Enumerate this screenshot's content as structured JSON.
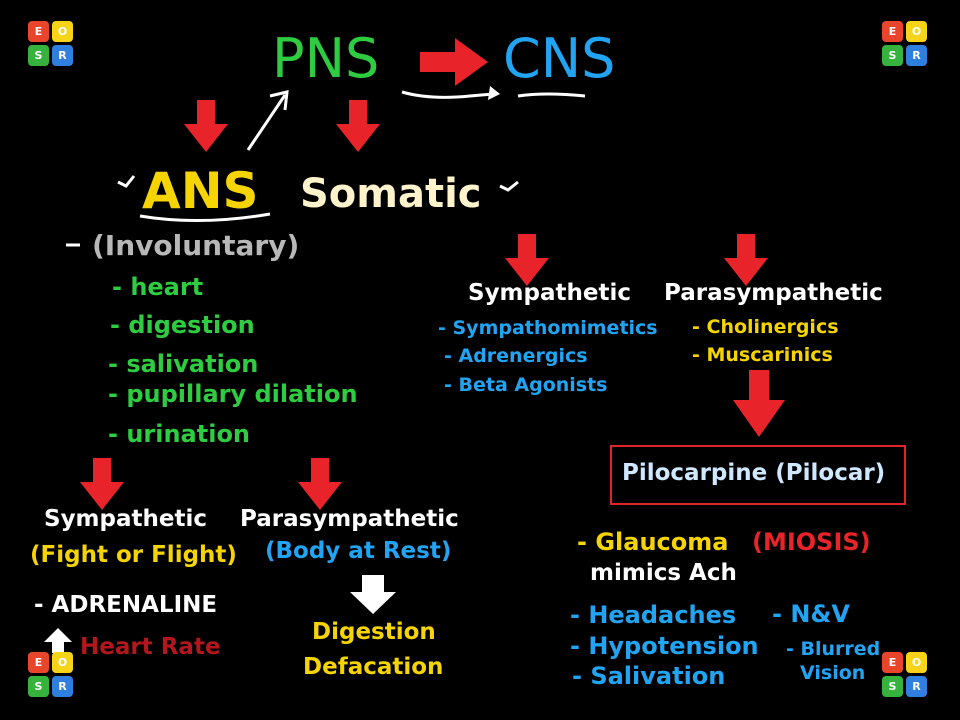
{
  "top": {
    "pns": "PNS",
    "cns": "CNS"
  },
  "branches": {
    "ans": "ANS",
    "somatic": "Somatic"
  },
  "ans_detail": {
    "subtitle": "(Involuntary)",
    "items": [
      "- heart",
      "- digestion",
      "- salivation",
      "- pupillary dilation",
      "- urination"
    ]
  },
  "ans_split": {
    "sympathetic": {
      "title": "Sympathetic",
      "subtitle": "(Fight or Flight)",
      "note": "- ADRENALINE",
      "effect": "Heart Rate"
    },
    "parasympathetic": {
      "title": "Parasympathetic",
      "subtitle": "(Body at Rest)",
      "effects": [
        "Digestion",
        "Defacation"
      ]
    }
  },
  "drugs": {
    "sympathetic": {
      "title": "Sympathetic",
      "items": [
        "- Sympathomimetics",
        "- Adrenergics",
        "- Beta Agonists"
      ]
    },
    "parasympathetic": {
      "title": "Parasympathetic",
      "items": [
        "- Cholinergics",
        "- Muscarinics"
      ]
    }
  },
  "pilocarpine": {
    "name": "Pilocarpine (Pilocar)",
    "use": "- Glaucoma",
    "effect": "(MIOSIS)",
    "mimics": "mimics Ach",
    "side_effects_left": [
      "- Headaches",
      "- Hypotension",
      "- Salivation"
    ],
    "side_effects_right": [
      "- N&V",
      "- Blurred",
      "Vision"
    ]
  },
  "logo": {
    "letters": [
      "E",
      "O",
      "S",
      "R"
    ]
  },
  "colors": {
    "red_arrow": "#e8232a",
    "green": "#2ecc40",
    "blue": "#21a4f3",
    "yellow": "#f5d400"
  }
}
